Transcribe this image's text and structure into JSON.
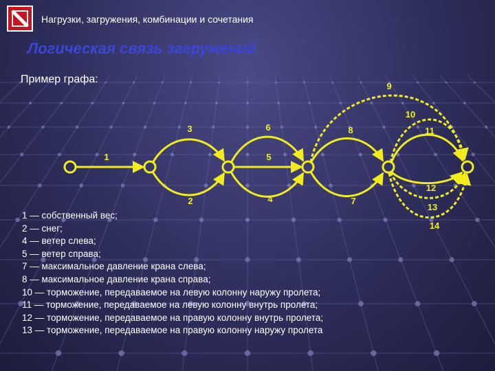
{
  "header": {
    "topic": "Нагрузки, загружения, комбинации и сочетания"
  },
  "slide": {
    "title": "Логическая связь загружений",
    "intro": "Пример графа:"
  },
  "colors": {
    "graph": "#f2ec1c",
    "title": "#3a46d8",
    "text": "#ffffff",
    "logo": "#c8141e"
  },
  "graph": {
    "nodes": [
      "n0",
      "n1",
      "n2",
      "n3",
      "n4",
      "n5"
    ],
    "edges": [
      {
        "label": "1",
        "from": "n0",
        "to": "n1",
        "dashed": false
      },
      {
        "label": "3",
        "from": "n1",
        "to": "n2",
        "dashed": false
      },
      {
        "label": "2",
        "from": "n1",
        "to": "n2",
        "dashed": false
      },
      {
        "label": "6",
        "from": "n2",
        "to": "n3",
        "dashed": false
      },
      {
        "label": "5",
        "from": "n2",
        "to": "n3",
        "dashed": false
      },
      {
        "label": "4",
        "from": "n2",
        "to": "n3",
        "dashed": false
      },
      {
        "label": "8",
        "from": "n3",
        "to": "n4",
        "dashed": false
      },
      {
        "label": "7",
        "from": "n3",
        "to": "n4",
        "dashed": false
      },
      {
        "label": "9",
        "from": "n3",
        "to": "n5",
        "dashed": true
      },
      {
        "label": "10",
        "from": "n4",
        "to": "n5",
        "dashed": true
      },
      {
        "label": "11",
        "from": "n4",
        "to": "n5",
        "dashed": false
      },
      {
        "label": "12",
        "from": "n4",
        "to": "n5",
        "dashed": false
      },
      {
        "label": "13",
        "from": "n4",
        "to": "n5",
        "dashed": true
      },
      {
        "label": "14",
        "from": "n4",
        "to": "n5",
        "dashed": true
      }
    ]
  },
  "legend": [
    "1 — собственный вес;",
    "2 — снег;",
    "4 — ветер слева;",
    "5 — ветер справа;",
    "7 — максимальное давление крана слева;",
    "8 — максимальное давление крана справа;",
    "10 — торможение, передаваемое на левую колонну наружу пролета;",
    "11 — торможение, передаваемое на левую колонну внутрь пролета;",
    "12 — торможение, передаваемое на правую колонну внутрь пролета;",
    "13 — торможение, передаваемое на правую колонну наружу пролета"
  ]
}
